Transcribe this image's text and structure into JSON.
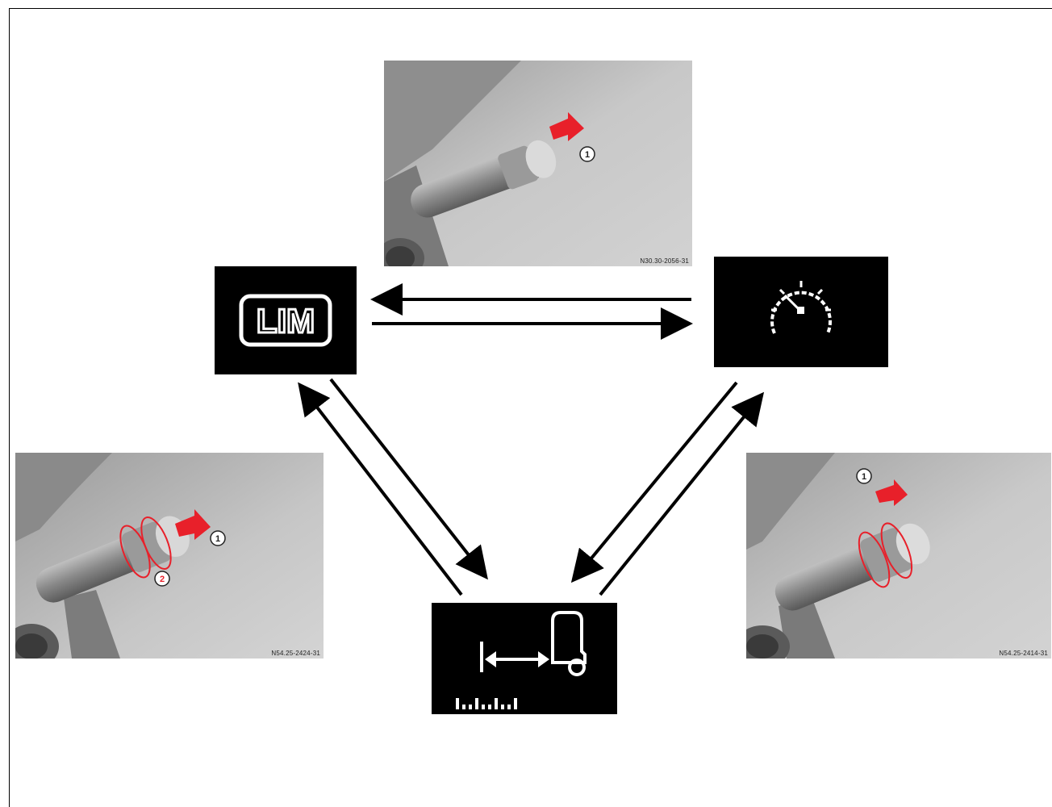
{
  "photos": {
    "top": {
      "code": "N30.30-2056-31",
      "callouts": [
        "1"
      ]
    },
    "left": {
      "code": "N54.25-2424-31",
      "callouts": [
        "1",
        "2"
      ]
    },
    "right": {
      "code": "N54.25-2414-31",
      "callouts": [
        "1"
      ]
    }
  },
  "displays": {
    "limiter": {
      "text": "LIM",
      "icon": "speed-limiter-icon"
    },
    "cruise": {
      "icon": "speedometer-icon"
    },
    "distance": {
      "icon": "distance-pilot-icon"
    }
  },
  "colors": {
    "highlight": "#e8202a",
    "panel": "#000000"
  }
}
